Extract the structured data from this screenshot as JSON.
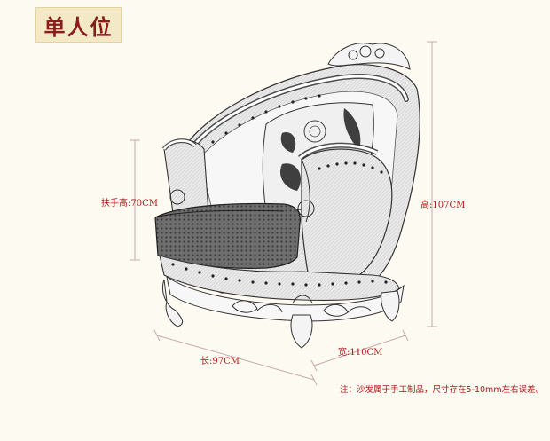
{
  "title": "单人位",
  "dimensions": {
    "armrest_height": "扶手高:70CM",
    "height": "高:107CM",
    "length": "长:97CM",
    "width": "宽:110CM"
  },
  "note": "注：沙发属于手工制品，尺寸存在5-10mm左右误差。",
  "colors": {
    "dimension_text": "#b01818",
    "title_text": "#8a1c1c",
    "title_background": "#f3e9c6",
    "dimension_line": "#c8a8a8"
  }
}
